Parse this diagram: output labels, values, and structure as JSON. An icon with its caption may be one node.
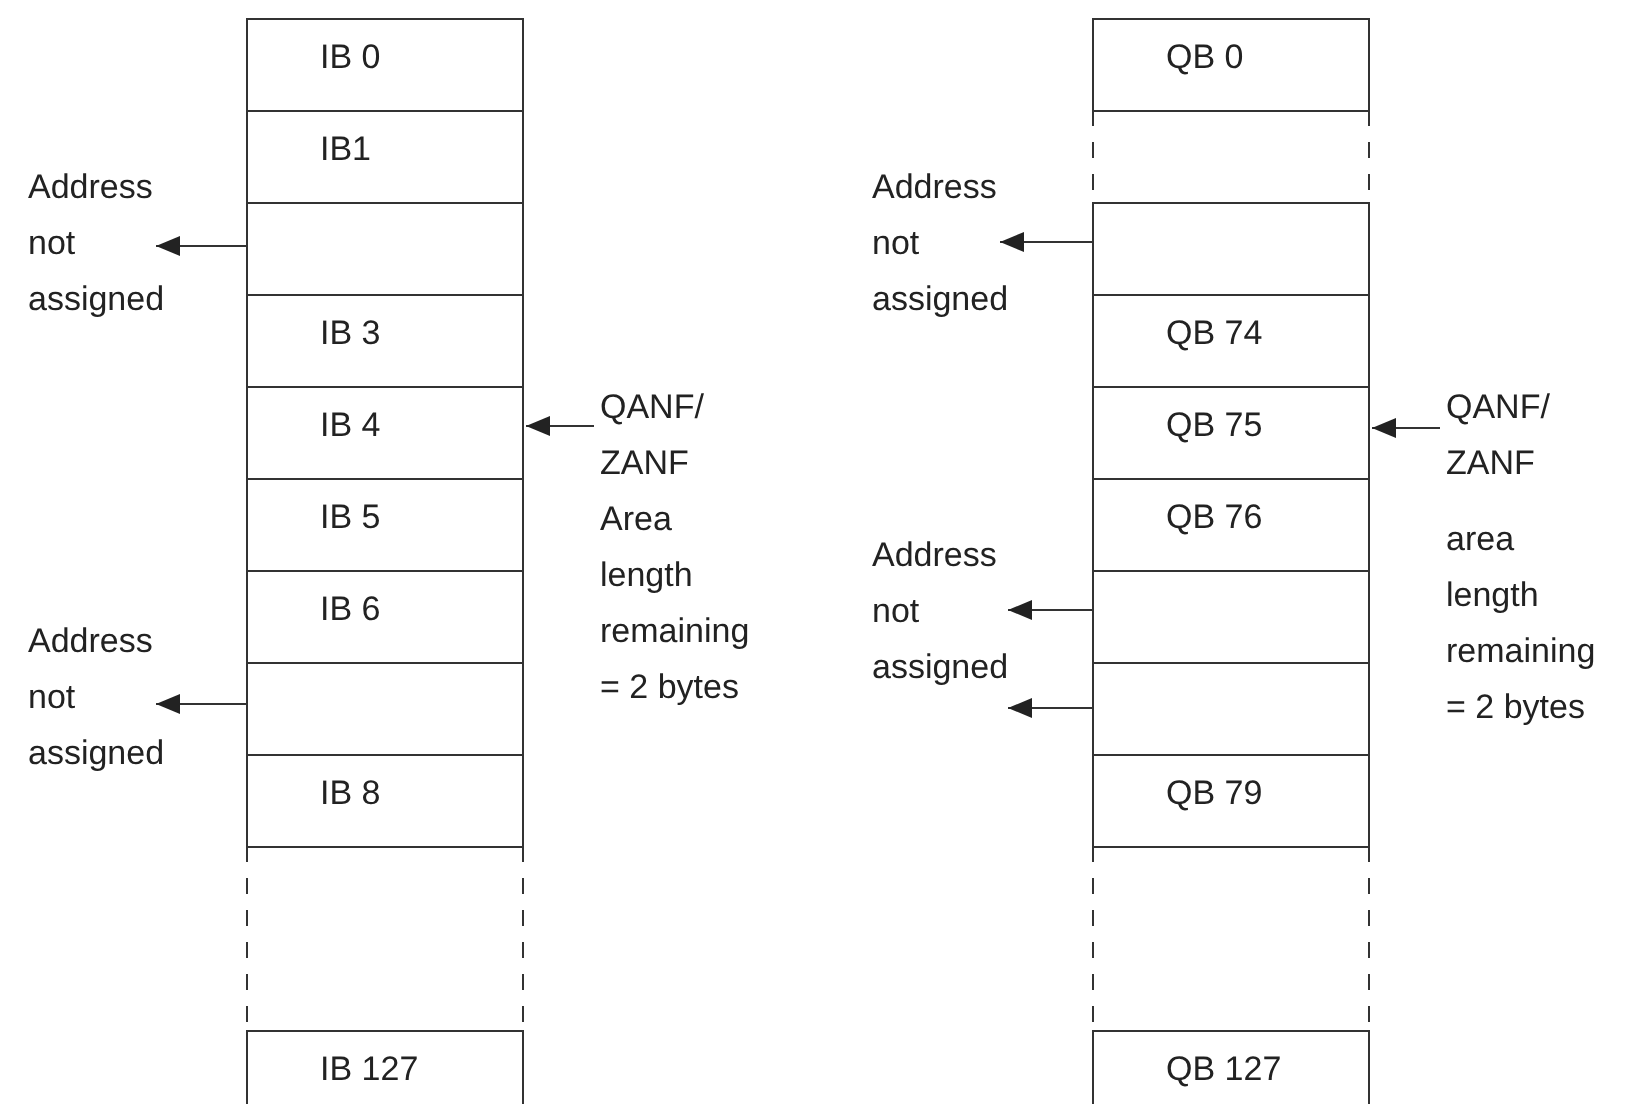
{
  "diagram": {
    "nodes": [
      {
        "text": [
          "IB 0"
        ]
      },
      {
        "text": [
          "IB1"
        ]
      },
      {
        "text": [],
        "shape": "box"
      },
      {
        "text": [
          "Address not assigned"
        ]
      },
      {
        "text": [
          "IB 3"
        ]
      },
      {
        "text": [
          "IB 4"
        ]
      },
      {
        "text": [
          "QANF/ ZANF"
        ]
      },
      {
        "text": [
          "IB 5"
        ]
      },
      {
        "text": [
          "IB 6"
        ]
      },
      {
        "text": [],
        "shape": "box"
      },
      {
        "text": [
          "Address not assigned"
        ]
      },
      {
        "text": [
          "IB 8"
        ]
      },
      {
        "text": [
          "IB 127"
        ]
      },
      {
        "text": [
          "QB 0"
        ]
      },
      {
        "text": [],
        "shape": "box"
      },
      {
        "text": [
          "Address not assigned"
        ]
      },
      {
        "text": [
          "QB 74"
        ]
      },
      {
        "text": [
          "QB 75"
        ]
      },
      {
        "text": [
          "QANF/ ZANF"
        ]
      },
      {
        "text": [
          "QB 76"
        ]
      },
      {
        "text": [],
        "shape": "box"
      },
      {
        "text": [
          "Address not assigned"
        ]
      },
      {
        "text": [],
        "shape": "box"
      },
      {
        "text": [
          "QB 79"
        ]
      },
      {
        "text": [
          "QB 127"
        ]
      }
    ],
    "edges": [
      {
        "from": 2,
        "to": 3,
        "arrow": "to"
      },
      {
        "from": 6,
        "to": 5,
        "arrow": "to"
      },
      {
        "from": 9,
        "to": 10,
        "arrow": "to"
      },
      {
        "from": 14,
        "to": 15,
        "arrow": "to"
      },
      {
        "from": 18,
        "to": 17,
        "arrow": "to"
      },
      {
        "from": 20,
        "to": 21,
        "arrow": "to"
      },
      {
        "from": 22,
        "to": 21,
        "arrow": "to"
      }
    ],
    "labels": [
      "Area length remaining = 2 bytes",
      "area length remaining = 2 bytes"
    ]
  }
}
